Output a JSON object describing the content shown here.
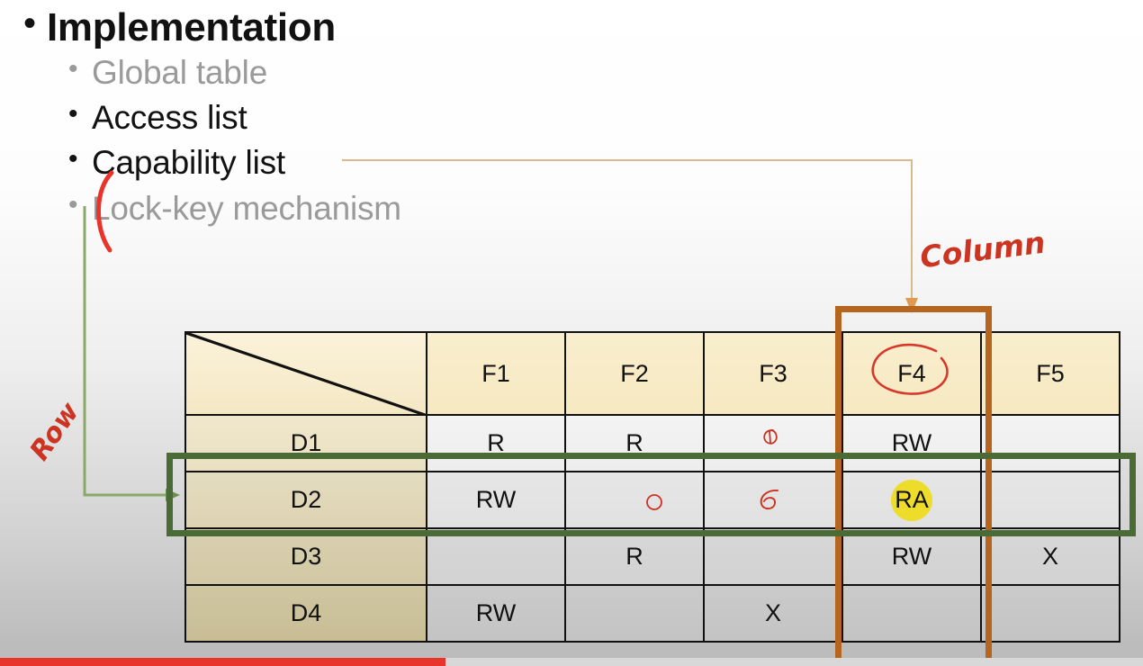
{
  "slide": {
    "title": "Implementation",
    "bullets": [
      {
        "level": 1,
        "text": "Implementation",
        "emphasis": "strong"
      },
      {
        "level": 2,
        "text": "Global table",
        "emphasis": "dim"
      },
      {
        "level": 2,
        "text": "Access list",
        "emphasis": "strong"
      },
      {
        "level": 2,
        "text": "Capability list",
        "emphasis": "strong"
      },
      {
        "level": 2,
        "text": "Lock-key mechanism",
        "emphasis": "dim"
      }
    ],
    "bullet_glyph": "•"
  },
  "table": {
    "corner_label": "",
    "column_headers": [
      "F1",
      "F2",
      "F3",
      "F4",
      "F5"
    ],
    "row_headers": [
      "D1",
      "D2",
      "D3",
      "D4"
    ],
    "rows": [
      {
        "header": "D1",
        "cells": [
          "R",
          "R",
          "",
          "RW",
          ""
        ]
      },
      {
        "header": "D2",
        "cells": [
          "RW",
          "",
          "",
          "RA",
          ""
        ]
      },
      {
        "header": "D3",
        "cells": [
          "",
          "R",
          "",
          "RW",
          "X"
        ]
      },
      {
        "header": "D4",
        "cells": [
          "RW",
          "",
          "X",
          "",
          ""
        ]
      }
    ],
    "highlighted_cell": {
      "row": "D2",
      "column": "F4",
      "value": "RA",
      "highlight_color": "#eddd2a"
    }
  },
  "annotations": {
    "column_label": "Column",
    "row_label": "Row",
    "column_box_color": "#b5651d",
    "row_box_color": "#4a6b36",
    "ink_color": "#cc3321",
    "connector_color": "#d9b98c",
    "circled_header": "F4",
    "pen_marks": [
      {
        "row": "D1",
        "column": "F3",
        "shape": "o"
      },
      {
        "row": "D2",
        "column": "F2",
        "shape": "o"
      },
      {
        "row": "D2",
        "column": "F3",
        "shape": "6"
      }
    ]
  },
  "progress": {
    "percent": 39,
    "bar_color": "#e8342a",
    "track_color": "#d8d8d8"
  }
}
